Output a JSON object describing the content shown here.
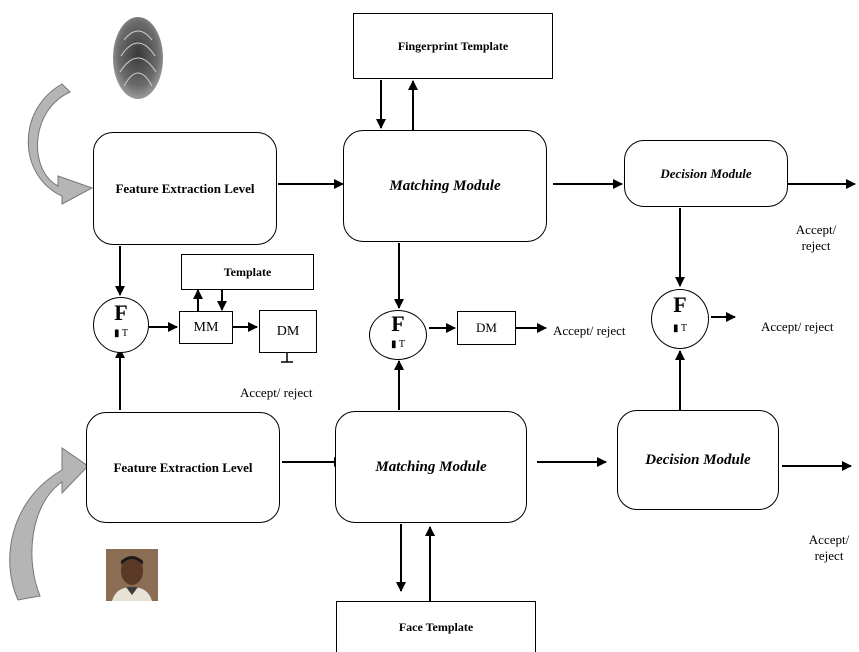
{
  "top_row": {
    "fingerprint_template": "Fingerprint Template",
    "feature_extraction": "Feature Extraction Level",
    "matching_module": "Matching Module",
    "decision_module": "Decision Module",
    "accept_reject": "Accept/ reject"
  },
  "middle_row": {
    "template": "Template",
    "fusion_glyph": "F",
    "fusion_sub": "▮ T",
    "mm": "MM",
    "dm": "DM",
    "accept_reject": "Accept/ reject"
  },
  "bottom_row": {
    "feature_extraction": "Feature Extraction Level",
    "matching_module": "Matching Module",
    "decision_module": "Decision Module",
    "face_template": "Face Template",
    "accept_reject": "Accept/ reject"
  },
  "icons": {
    "fingerprint": "fingerprint-icon",
    "face_photo": "face-photo-icon",
    "input_arrows": "curved-arrow-icon"
  },
  "colors": {
    "line": "#000000",
    "curved_arrow_fill": "#b5b5b5"
  }
}
